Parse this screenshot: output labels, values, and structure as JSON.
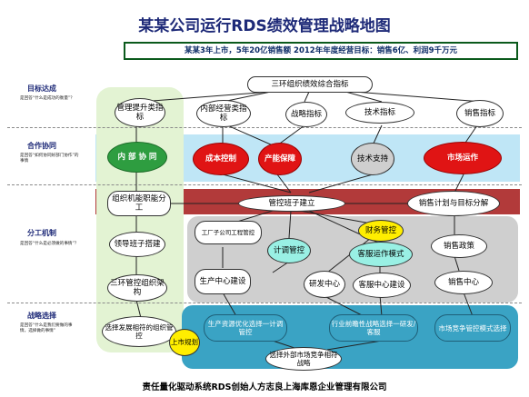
{
  "title": "某某公司运行RDS绩效管理战略地图",
  "goal_bar": "某某3年上市，5年20亿销售额  2012年年度经营目标：销售6亿、利润9千万元",
  "layers": [
    {
      "label": "目标达成",
      "desc": "是回答“什么是成功的衡量”？"
    },
    {
      "label": "合作协同",
      "desc": "是回答“如何协同好部门协作”的事情"
    },
    {
      "label": "分工机制",
      "desc": "是回答“什么是必须做的事情”？"
    },
    {
      "label": "战略选择",
      "desc": "是回答“什么是我们要做的事情，选择做的事情”"
    }
  ],
  "nodes": {
    "three_ring_synthesis": "三环组织绩效综合指标",
    "mgmt_improve": "管理提升类指标",
    "internal_ops": "内部经营类指标",
    "strategy_index": "战略指标",
    "tech_index": "技术指标",
    "sales_index": "销售指标",
    "internal_collab": "内 部 协 同",
    "cost_control": "成本控制",
    "capacity": "产能保障",
    "tech_support": "技术支持",
    "market_ops": "市场运作",
    "org_function": "组织机能职能分工",
    "control_team": "管控班子建立",
    "sales_plan": "销售计划与目标分解",
    "leader_team": "领导班子搭建",
    "factory": "工厂子公司工程管控",
    "coordination": "计调管控",
    "finance": "财务管控",
    "customer_service": "客服运作模式",
    "sales_policy": "销售政策",
    "three_ring_structure": "三环管控组织架构",
    "production_center": "生产中心建设",
    "rd_center": "研发中心",
    "customer_center": "客服中心建设",
    "sales_center": "销售中心",
    "choose_org": "选择发展相符的组织管控",
    "listing_plan": "上市规划",
    "hr_optimize": "生产资源优化选择一计调管控",
    "industry_strategy": "行业前瞻性战略选择一研发/客服",
    "marketing_model": "市场竞争管控模式选择",
    "external_market": "选择外部市场竞争相符战略"
  },
  "footer": "责任量化驱动系统RDS创始人方志良上海库恩企业管理有限公司"
}
